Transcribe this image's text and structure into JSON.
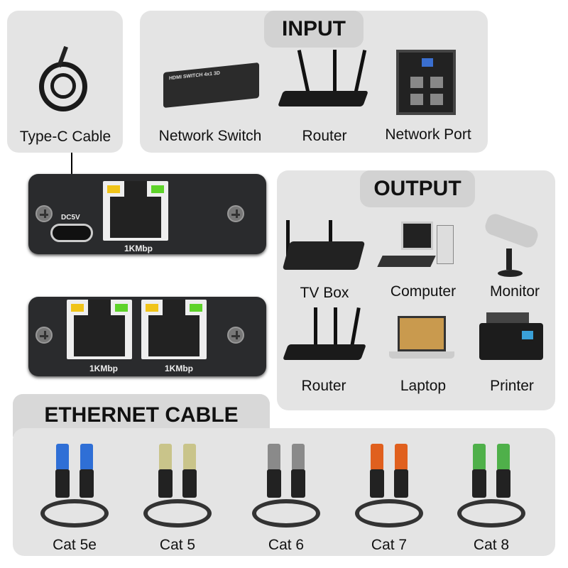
{
  "type_c": {
    "label": "Type-C Cable",
    "port_label": "DC5V"
  },
  "input": {
    "title": "INPUT",
    "items": [
      {
        "label": "Network Switch",
        "icon": "hdmi-switch-icon",
        "device_text": "HDMI SWITCH 4x1 3D"
      },
      {
        "label": "Router",
        "icon": "router-icon"
      },
      {
        "label": "Network Port",
        "icon": "wall-network-port-icon"
      }
    ]
  },
  "devices": {
    "single_port_speed": "1KMbp",
    "dual_port_speeds": [
      "1KMbp",
      "1KMbp"
    ]
  },
  "output": {
    "title": "OUTPUT",
    "items": [
      {
        "label": "TV Box",
        "icon": "tv-box-icon"
      },
      {
        "label": "Computer",
        "icon": "computer-icon"
      },
      {
        "label": "Monitor",
        "icon": "security-camera-icon"
      },
      {
        "label": "Router",
        "icon": "router-icon"
      },
      {
        "label": "Laptop",
        "icon": "laptop-icon"
      },
      {
        "label": "Printer",
        "icon": "printer-icon"
      }
    ]
  },
  "ethernet": {
    "title": "ETHERNET CABLE",
    "cables": [
      {
        "label": "Cat 5e",
        "color": "#2f6fd6"
      },
      {
        "label": "Cat 5",
        "color": "#c9c48a"
      },
      {
        "label": "Cat 6",
        "color": "#8a8a8a"
      },
      {
        "label": "Cat 7",
        "color": "#e0601e"
      },
      {
        "label": "Cat 8",
        "color": "#4fb04a"
      }
    ]
  },
  "colors": {
    "panel": "#e4e4e4",
    "tab": "#d2d2d2",
    "led_yellow": "#f0c419",
    "led_green": "#5ed32a"
  }
}
